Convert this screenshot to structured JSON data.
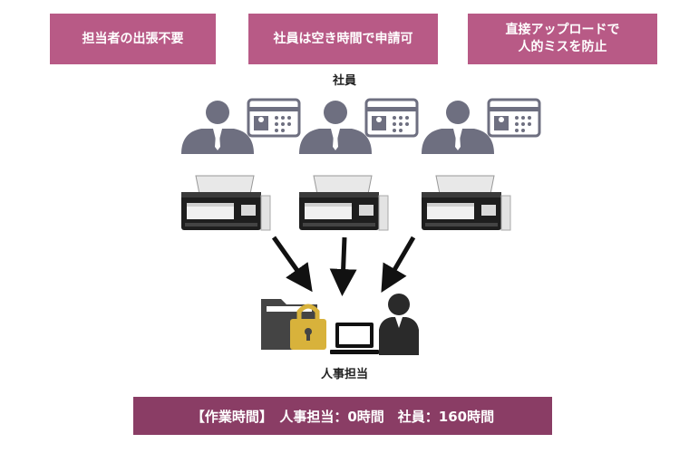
{
  "benefits": [
    {
      "line1": "担当者の出張不要",
      "line2": ""
    },
    {
      "line1": "社員は空き時間で申請可",
      "line2": ""
    },
    {
      "line1": "直接アップロードで",
      "line2": "人的ミスを防止"
    }
  ],
  "employees_label": "社員",
  "hr_label": "人事担当",
  "summary": "【作業時間】　人事担当：0時間　社員：160時間",
  "icons": [
    "person-icon",
    "id-card-icon",
    "scanner-icon",
    "arrow-icon",
    "folder-icon",
    "lock-icon",
    "laptop-icon"
  ],
  "colors": {
    "benefit_box": "#b85a86",
    "summary_bar": "#8a3d65",
    "person": "#6e6f80",
    "lock": "#d8b23b"
  }
}
